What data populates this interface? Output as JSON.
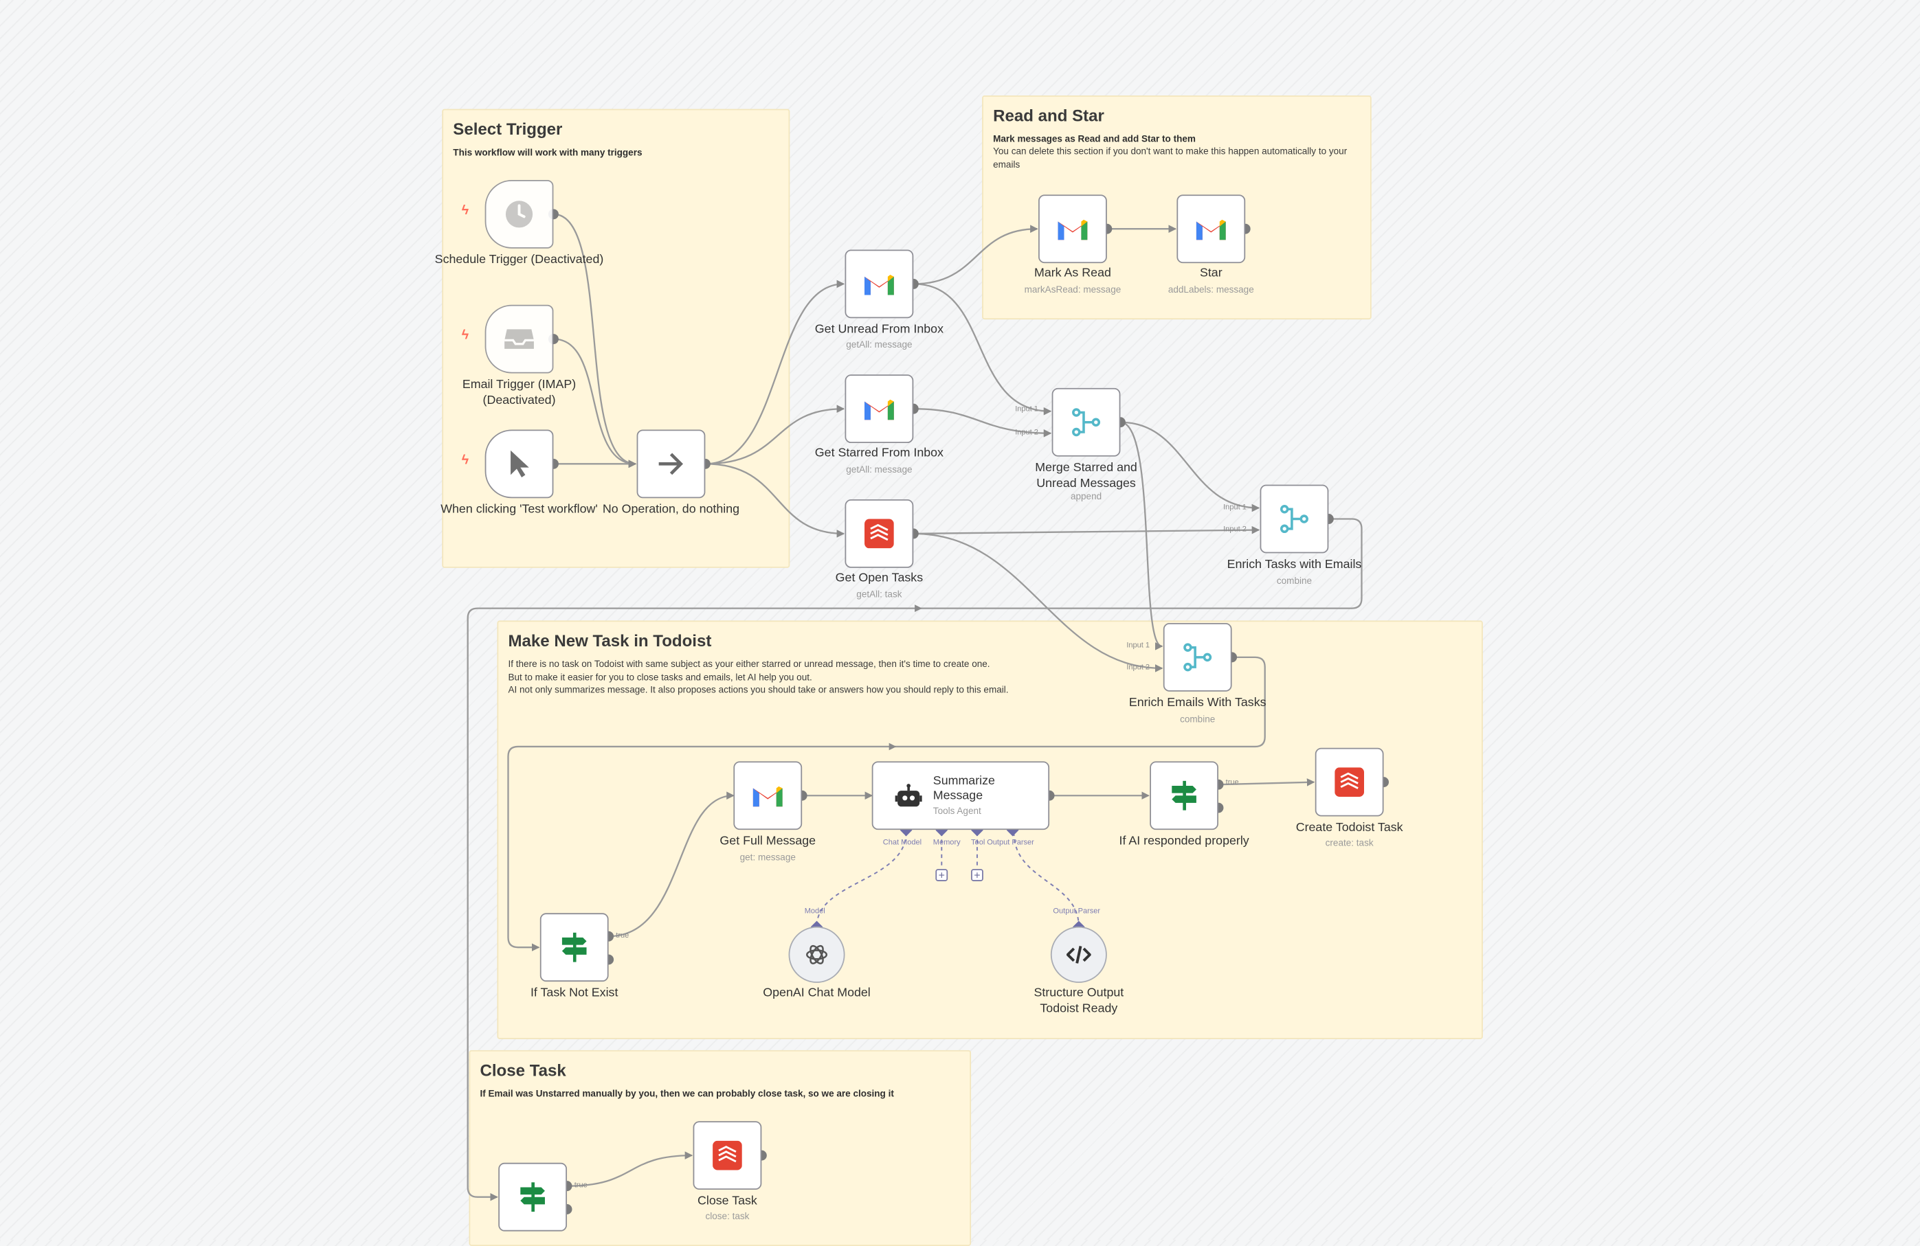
{
  "stickies": {
    "select_trigger": {
      "title": "Select Trigger",
      "text": "This workflow will work with many triggers"
    },
    "read_star": {
      "title": "Read and Star",
      "bold": "Mark messages as Read and add Star to them",
      "text": "You can delete this section if you don't want to make this happen automatically to your emails"
    },
    "make_task": {
      "title": "Make New Task in Todoist",
      "line1": "If there is no task on Todoist with same subject as your either starred or unread message, then it's time to create one.",
      "line2": "But to make it easier for you to close tasks and emails, let AI help you out.",
      "line3": "AI not only summarizes message. It also proposes actions you should take or answers how you should reply to this email."
    },
    "close_task": {
      "title": "Close Task",
      "text": "If Email was Unstarred manually by you, then we can probably close task, so we are closing it"
    }
  },
  "nodes": {
    "schedule": {
      "name": "Schedule Trigger (Deactivated)",
      "icon": "clock-icon"
    },
    "imap": {
      "name": "Email Trigger (IMAP) (Deactivated)",
      "icon": "inbox-icon"
    },
    "manual": {
      "name": "When clicking 'Test workflow'",
      "icon": "pointer-icon"
    },
    "noop": {
      "name": "No Operation, do nothing",
      "icon": "arrow-right-icon"
    },
    "unread": {
      "name": "Get Unread From Inbox",
      "sub": "getAll: message",
      "icon": "gmail-icon"
    },
    "starred": {
      "name": "Get Starred From Inbox",
      "sub": "getAll: message",
      "icon": "gmail-icon"
    },
    "open_tasks": {
      "name": "Get Open Tasks",
      "sub": "getAll: task",
      "icon": "todoist-icon"
    },
    "mark_read": {
      "name": "Mark As Read",
      "sub": "markAsRead: message",
      "icon": "gmail-icon"
    },
    "star": {
      "name": "Star",
      "sub": "addLabels: message",
      "icon": "gmail-icon"
    },
    "merge": {
      "name": "Merge Starred and Unread Messages",
      "sub": "append",
      "icon": "merge-icon"
    },
    "enrich_tasks": {
      "name": "Enrich Tasks with Emails",
      "sub": "combine",
      "icon": "merge-icon"
    },
    "enrich_emails": {
      "name": "Enrich Emails With Tasks",
      "sub": "combine",
      "icon": "merge-icon"
    },
    "full_message": {
      "name": "Get Full Message",
      "sub": "get: message",
      "icon": "gmail-icon"
    },
    "summarize": {
      "name": "Summarize Message",
      "sub": "Tools Agent",
      "icon": "robot-icon"
    },
    "if_ai": {
      "name": "If AI responded properly",
      "icon": "signpost-icon"
    },
    "create_task": {
      "name": "Create Todoist Task",
      "sub": "create: task",
      "icon": "todoist-icon"
    },
    "if_not_exist": {
      "name": "If Task Not Exist",
      "icon": "signpost-icon"
    },
    "openai": {
      "name": "OpenAI Chat Model",
      "icon": "openai-icon"
    },
    "structure": {
      "name": "Structure Output Todoist Ready",
      "icon": "code-icon"
    },
    "close_task": {
      "name": "Close Task",
      "sub": "close: task",
      "icon": "todoist-icon"
    },
    "if_unstarred": {
      "icon": "signpost-icon"
    }
  },
  "handles": {
    "input1": "Input 1",
    "input2": "Input 2",
    "true": "true",
    "chat_model": "Chat Model",
    "memory": "Memory",
    "tool": "Tool",
    "output_parser": "Output Parser",
    "model": "Model"
  },
  "colors": {
    "sticky": "#fff6db",
    "edge": "#9a9a9a",
    "ai_edge": "#7e7eb3",
    "trigger_bolt": "#ff6d5a",
    "merge": "#54b8c9",
    "if": "#1c8b43",
    "todoist": "#e44332"
  }
}
